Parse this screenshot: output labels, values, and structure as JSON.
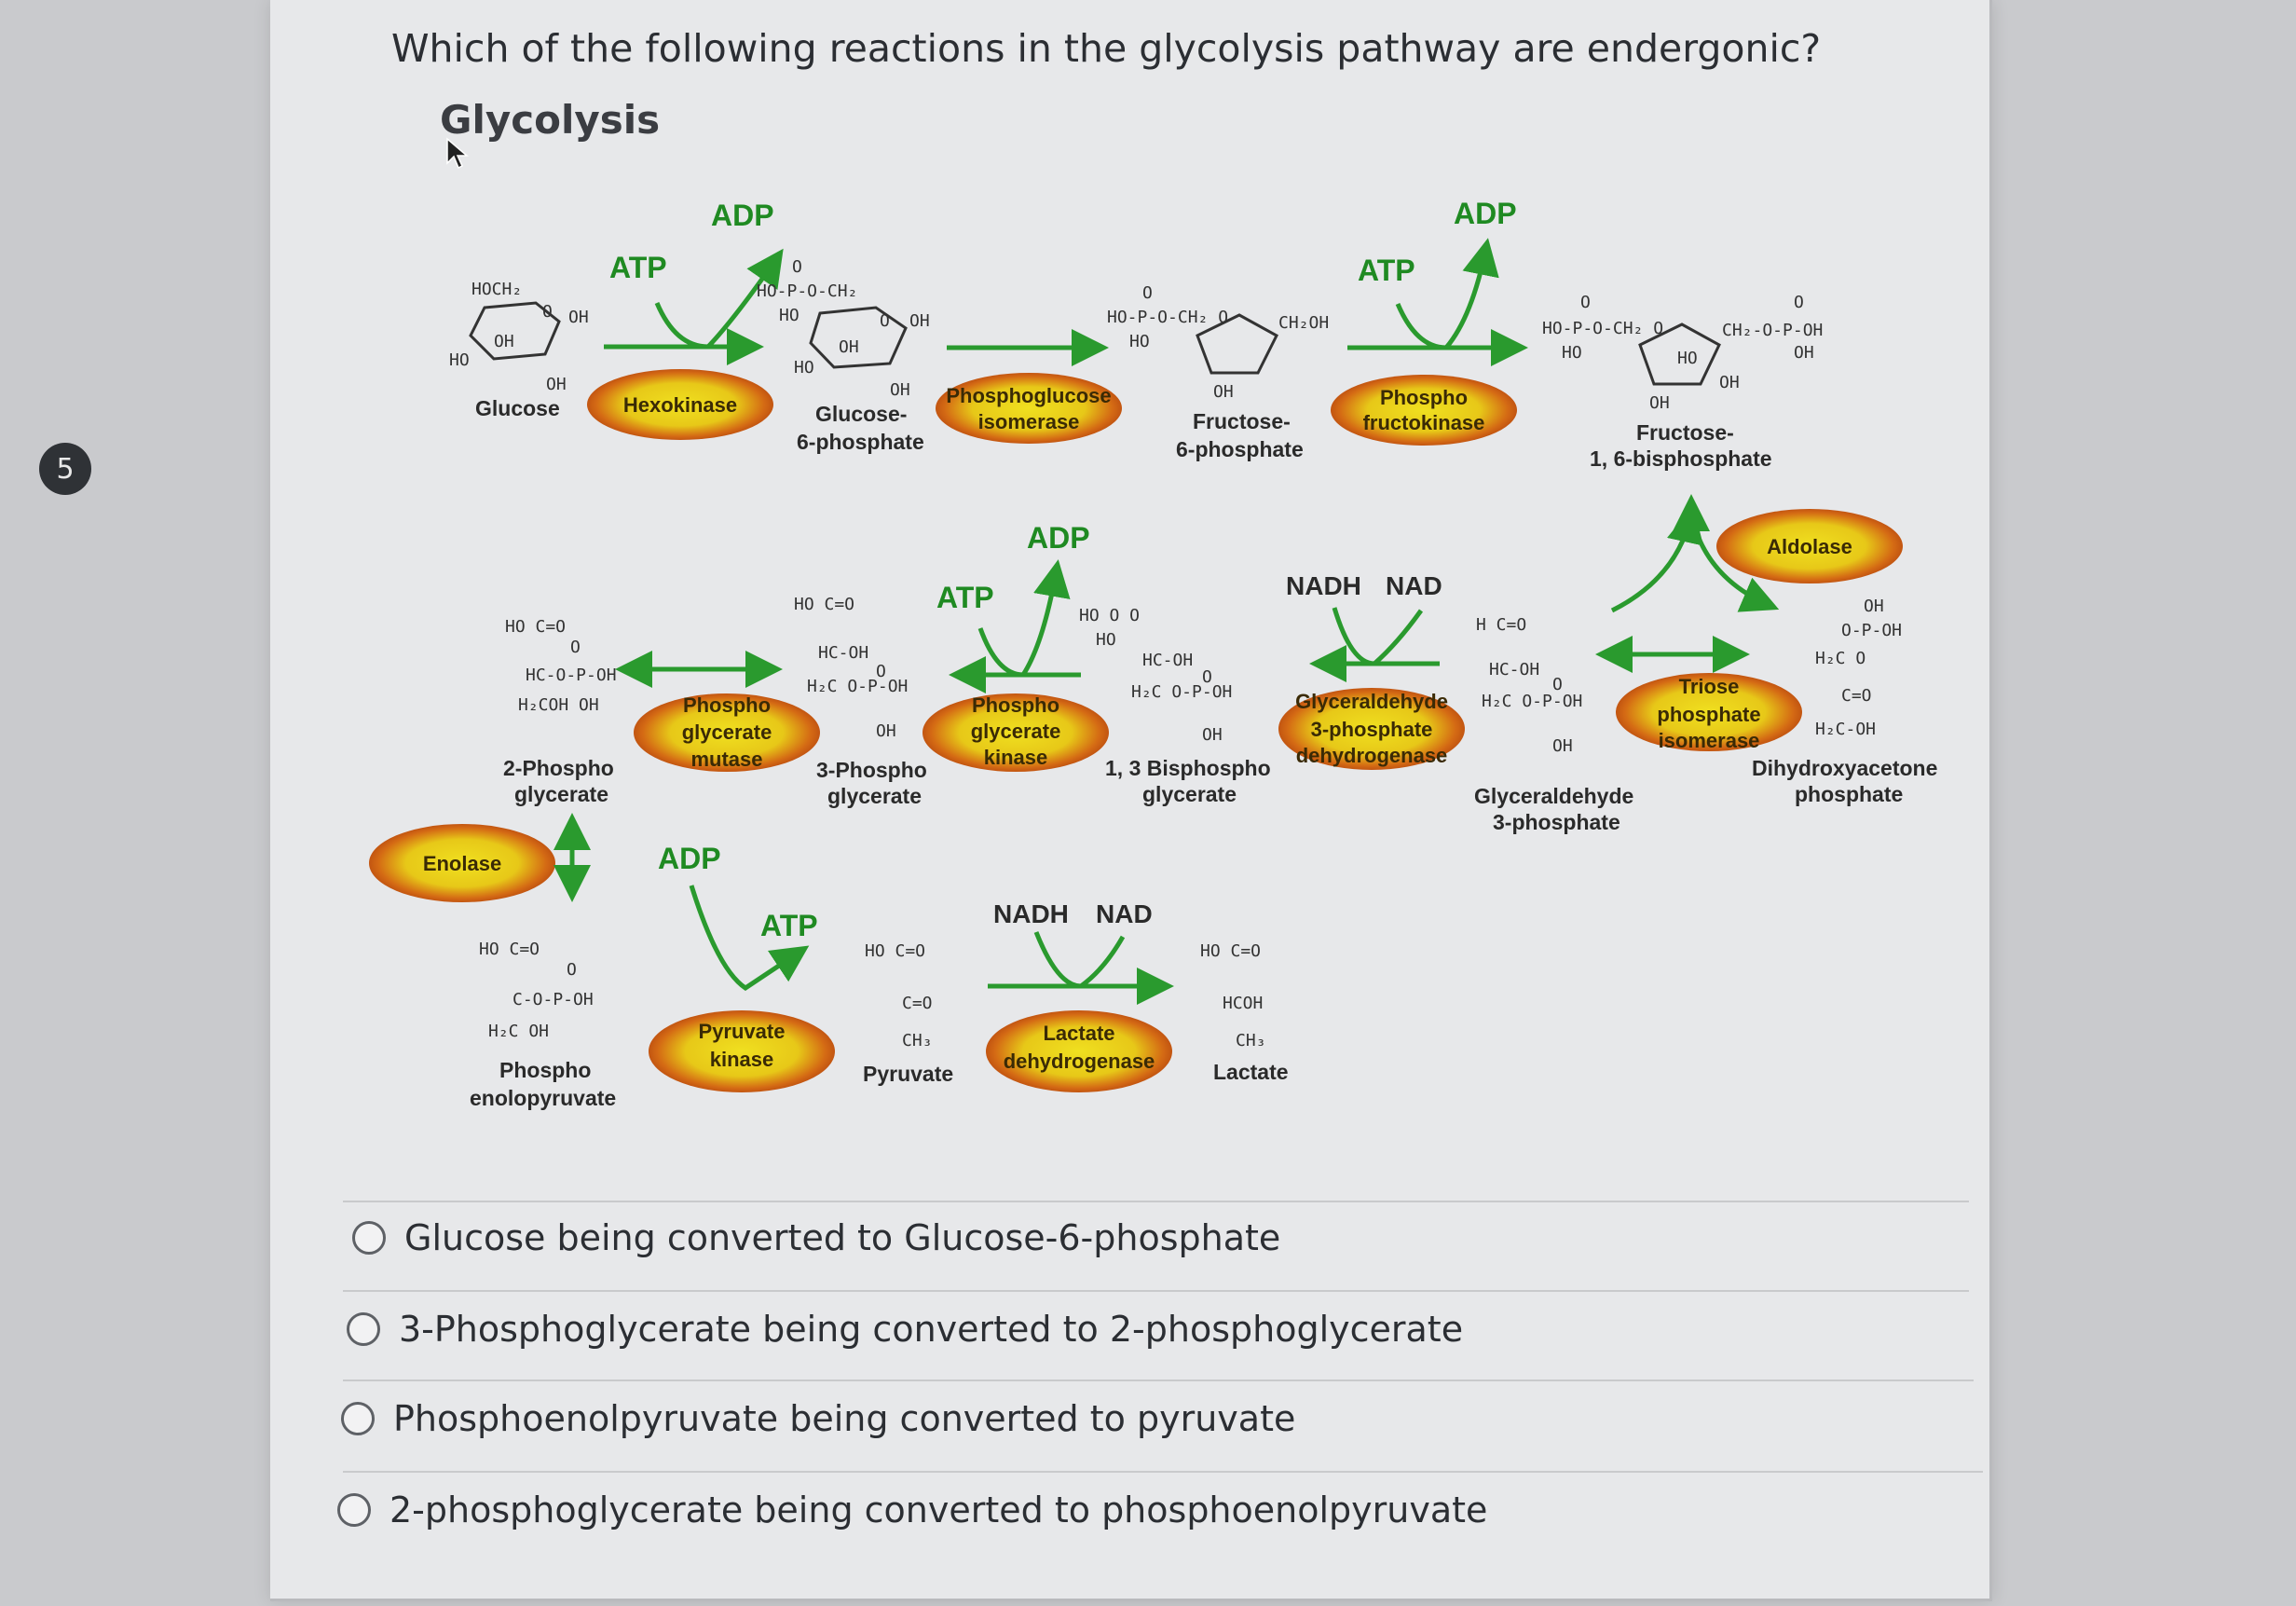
{
  "question": {
    "number": "5",
    "text": "Which of the following reactions in the glycolysis pathway are endergonic?"
  },
  "diagram": {
    "title": "Glycolysis",
    "molecules": {
      "glucose": "Glucose",
      "g6p_1": "Glucose-",
      "g6p_2": "6-phosphate",
      "f6p_1": "Fructose-",
      "f6p_2": "6-phosphate",
      "f16bp_1": "Fructose-",
      "f16bp_2": "1, 6-bisphosphate",
      "dhap_1": "Dihydroxyacetone",
      "dhap_2": "phosphate",
      "g3p_1": "Glyceraldehyde",
      "g3p_2": "3-phosphate",
      "bpg_1": "1, 3 Bisphospho",
      "bpg_2": "glycerate",
      "pg3_1": "3-Phospho",
      "pg3_2": "glycerate",
      "pg2_1": "2-Phospho",
      "pg2_2": "glycerate",
      "pep_1": "Phospho",
      "pep_2": "enolopyruvate",
      "pyruvate": "Pyruvate",
      "lactate": "Lactate"
    },
    "enzymes": {
      "hexokinase": "Hexokinase",
      "pgi_1": "Phosphoglucose",
      "pgi_2": "isomerase",
      "pfk_1": "Phospho",
      "pfk_2": "fructokinase",
      "aldolase": "Aldolase",
      "tpi_1": "Triose",
      "tpi_2": "phosphate",
      "tpi_3": "isomerase",
      "gapdh_1": "Glyceraldehyde",
      "gapdh_2": "3-phosphate",
      "gapdh_3": "dehydrogenase",
      "pgk_1": "Phospho",
      "pgk_2": "glycerate",
      "pgk_3": "kinase",
      "pgm_1": "Phospho",
      "pgm_2": "glycerate",
      "pgm_3": "mutase",
      "enolase": "Enolase",
      "pk_1": "Pyruvate",
      "pk_2": "kinase",
      "ldh_1": "Lactate",
      "ldh_2": "dehydrogenase"
    },
    "cofactors": {
      "atp": "ATP",
      "adp": "ADP",
      "nadh": "NADH",
      "nad": "NAD"
    },
    "colors": {
      "arrow": "#2a9a2e",
      "enzyme_outer": "#c9c810",
      "enzyme_inner": "#d64a12"
    }
  },
  "options": [
    {
      "label": "Glucose being converted to Glucose-6-phosphate"
    },
    {
      "label": "3-Phosphoglycerate being converted to 2-phosphoglycerate"
    },
    {
      "label": "Phosphoenolpyruvate being converted to pyruvate"
    },
    {
      "label": "2-phosphoglycerate being converted to phosphoenolpyruvate"
    }
  ]
}
